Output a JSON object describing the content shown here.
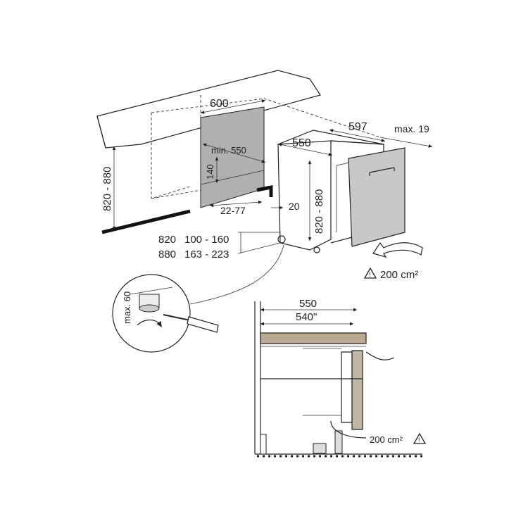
{
  "labels": {
    "width_600": "600",
    "depth_597": "597",
    "depth_550": "550",
    "max_19": "max. 19",
    "min_550": "min. 550",
    "h_140": "140",
    "h_820_880_left": "820 - 880",
    "h_820_880_right": "820 - 880",
    "range_22_77": "22-77",
    "gap_20": "20",
    "row1_height": "820",
    "row1_range": "100 - 160",
    "row2_height": "880",
    "row2_range": "163 - 223",
    "vent_top": "200 cm²",
    "max_60": "max. 60",
    "detail_550": "550",
    "detail_540": "540\"",
    "vent_bottom": "200 cm²"
  },
  "colors": {
    "line": "#222222",
    "shading": "#b0b0b0",
    "door": "#c8c8c8",
    "countertop": "#b9a990"
  },
  "icons": [
    "warning-triangle-icon",
    "airflow-arrow-icon",
    "rotate-arrow-icon",
    "screwdriver-icon"
  ]
}
